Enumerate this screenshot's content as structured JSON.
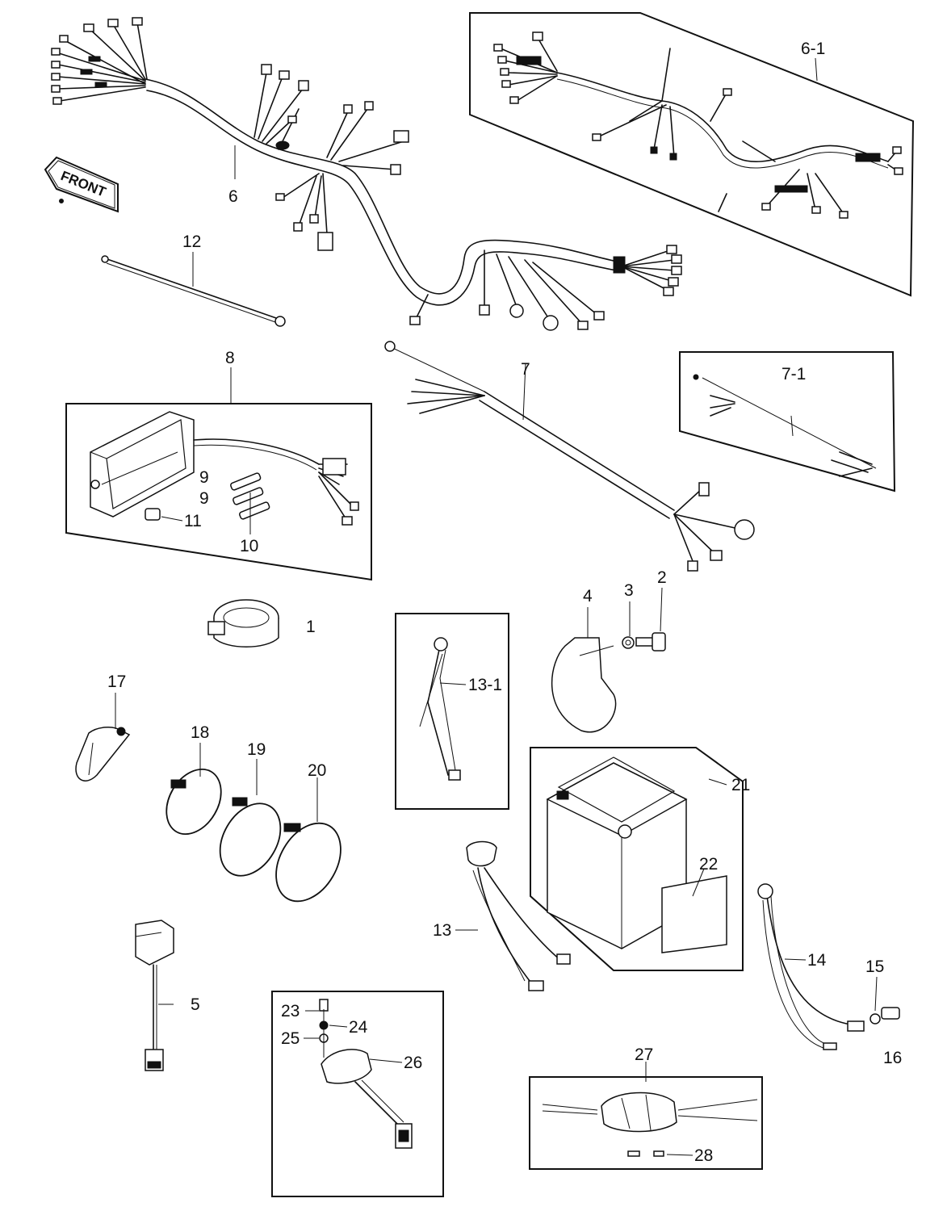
{
  "front_arrow": "FRONT",
  "callouts": {
    "c1": "1",
    "c2": "2",
    "c3": "3",
    "c4": "4",
    "c5": "5",
    "c6": "6",
    "c6_1": "6-1",
    "c7": "7",
    "c7_1": "7-1",
    "c8": "8",
    "c9a": "9",
    "c9b": "9",
    "c10": "10",
    "c11": "11",
    "c12": "12",
    "c13": "13",
    "c13_1": "13-1",
    "c14": "14",
    "c15": "15",
    "c16": "16",
    "c17": "17",
    "c18": "18",
    "c19": "19",
    "c20": "20",
    "c21": "21",
    "c22": "22",
    "c23": "23",
    "c24": "24",
    "c25": "25",
    "c26": "26",
    "c27": "27",
    "c28": "28"
  },
  "icons": [
    "wiring-harness",
    "regulator",
    "fuse",
    "horn",
    "battery",
    "relay",
    "cable-band",
    "clamp",
    "switch"
  ],
  "ink_color": "#111111"
}
